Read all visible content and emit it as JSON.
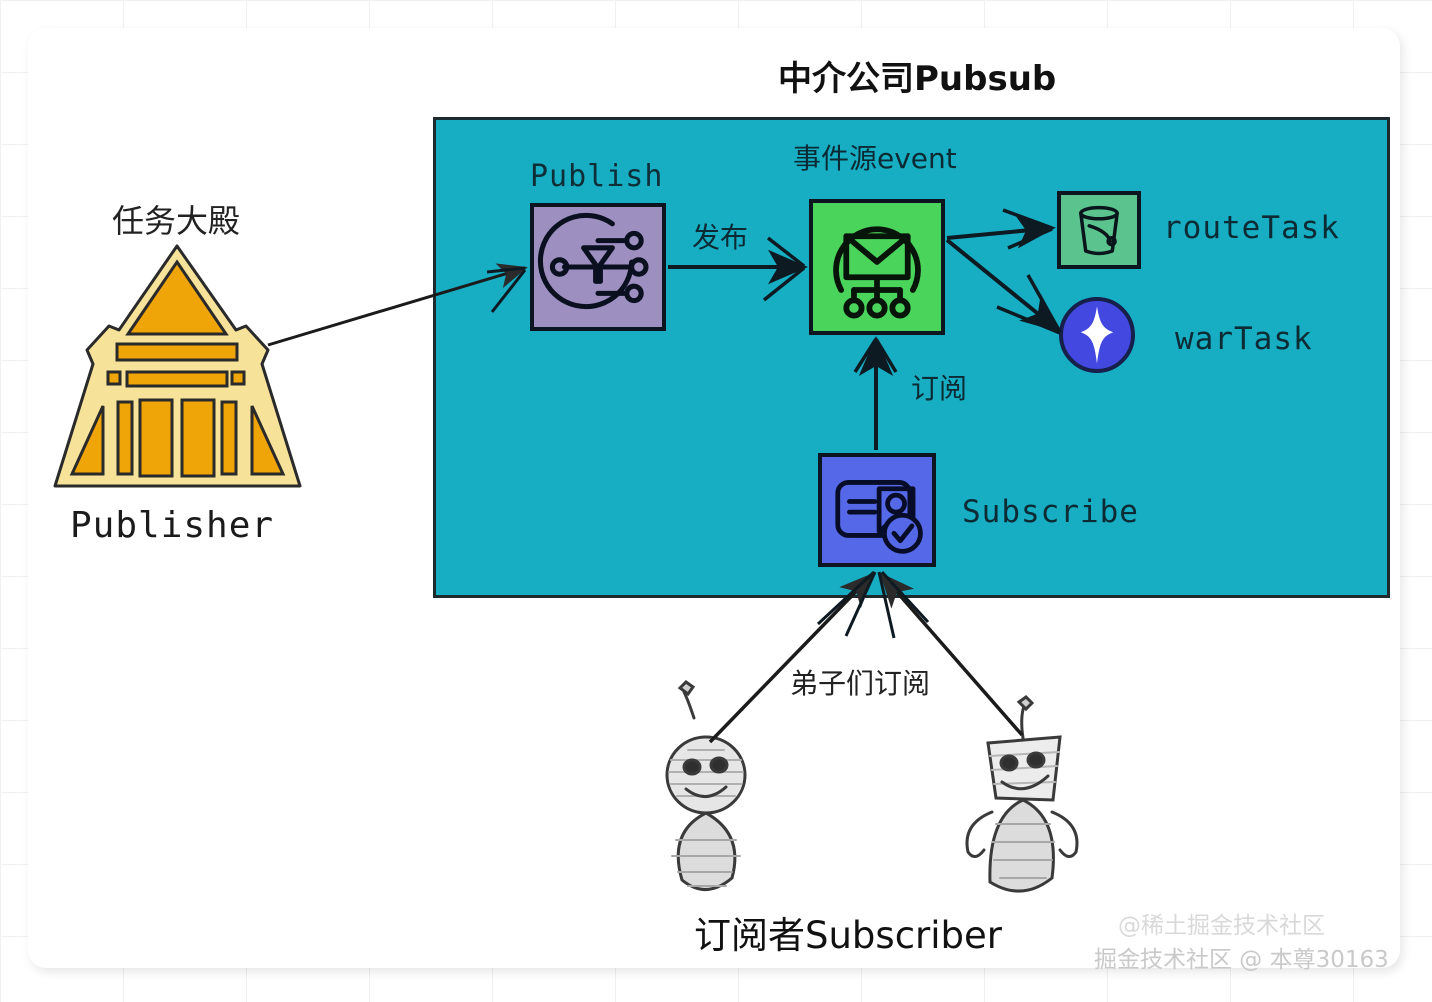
{
  "diagram": {
    "title": "中介公司Pubsub",
    "background_card": "white rounded panel on light grid",
    "accent_colors": {
      "region_teal": "#17AEC4",
      "publish_purple": "#9D8FC0",
      "event_green": "#4AD45B",
      "route_green": "#5BC48E",
      "subscribe_blue": "#5569E8",
      "wartask_blue": "#4248E0",
      "publisher_gold": "#F0A500",
      "stroke_dark": "#0d1620"
    }
  },
  "publisher": {
    "cn_label": "任务大殿",
    "en_label": "Publisher",
    "icon": "temple-pagoda-icon"
  },
  "region": {
    "label": "中介公司Pubsub"
  },
  "nodes": {
    "publish": {
      "label": "Publish",
      "icon": "broadcast-distribute-icon",
      "color": "#9D8FC0"
    },
    "event": {
      "label": "事件源event",
      "icon": "envelope-network-icon",
      "color": "#4AD45B"
    },
    "route_task": {
      "label": "routeTask",
      "icon": "bucket-icon",
      "color": "#5BC48E"
    },
    "war_task": {
      "label": "warTask",
      "icon": "sparkle-star-icon",
      "color": "#4248E0"
    },
    "subscribe": {
      "label": "Subscribe",
      "icon": "id-card-person-check-icon",
      "color": "#5569E8"
    }
  },
  "edges": {
    "publish_edge": "发布",
    "subscribe_edge": "订阅",
    "disciples_edge": "弟子们订阅"
  },
  "subscriber": {
    "label": "订阅者Subscriber",
    "figures": [
      "alien-figure-round-head",
      "alien-figure-square-head"
    ]
  },
  "watermarks": {
    "top": "@稀土掘金技术社区",
    "bottom": "掘金技术社区 @ 本尊30163"
  }
}
